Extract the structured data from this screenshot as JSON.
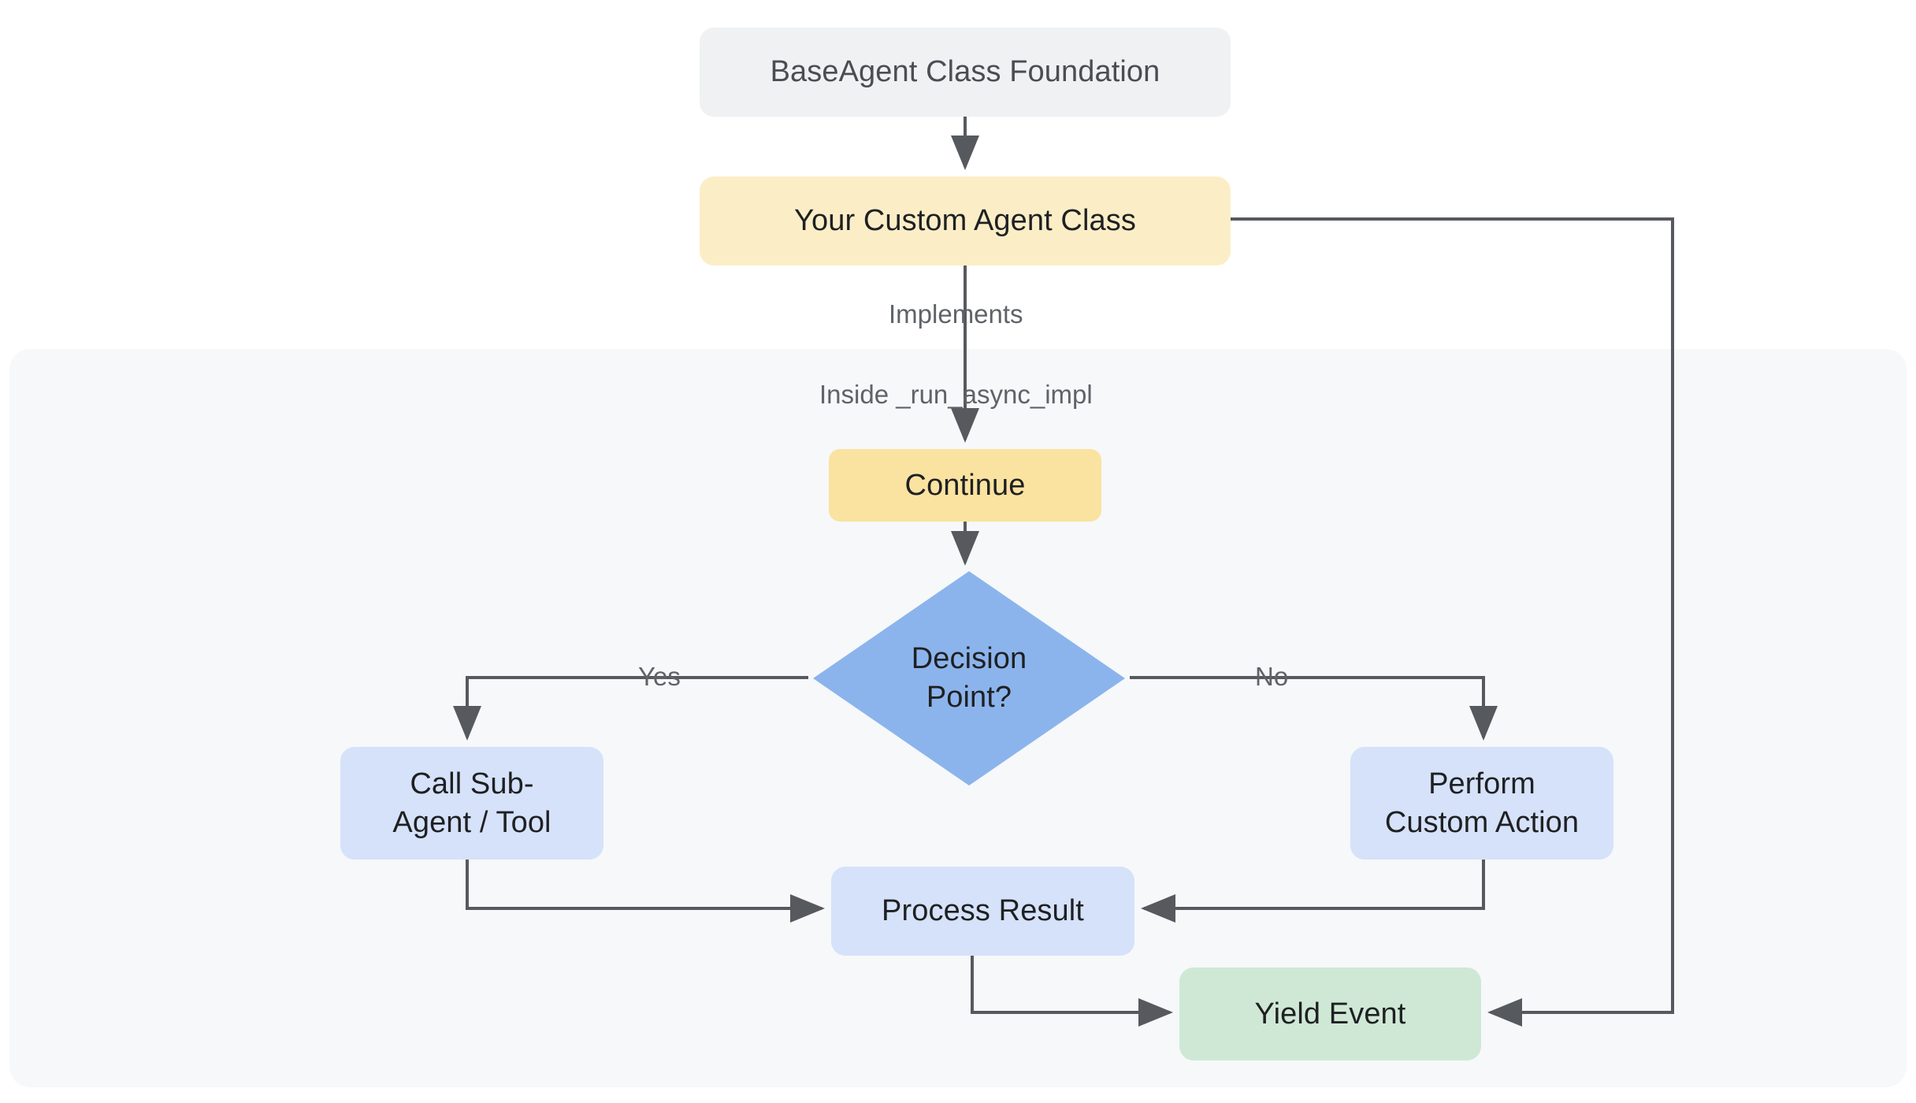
{
  "diagram": {
    "type": "flowchart",
    "direction": "top-down",
    "background": "#ffffff",
    "edge_color": "#56595e",
    "subgraph": {
      "name": "run-async-impl-scope",
      "label": "",
      "fill": "#f6f8fa"
    },
    "nodes": [
      {
        "id": "base",
        "label": "BaseAgent Class Foundation",
        "shape": "rounded-rect",
        "fill": "#eff1f3",
        "text_color": "#4a4d52"
      },
      {
        "id": "custom",
        "label": "Your Custom Agent Class",
        "shape": "rounded-rect",
        "fill": "#fbeec7",
        "text_color": "#1f2023"
      },
      {
        "id": "continue",
        "label": "Continue",
        "shape": "rounded-rect",
        "fill": "#fae3a0",
        "text_color": "#1f2023"
      },
      {
        "id": "decision",
        "label": "Decision Point?",
        "shape": "diamond",
        "fill": "#8cb4ec",
        "text_color": "#1f2023",
        "label_lines": [
          "Decision",
          "Point?"
        ]
      },
      {
        "id": "callsub",
        "label": "Call Sub-Agent / Tool",
        "shape": "rounded-rect",
        "fill": "#d5e2f9",
        "text_color": "#1f2023",
        "label_lines": [
          "Call Sub-",
          "Agent / Tool"
        ]
      },
      {
        "id": "perform",
        "label": "Perform Custom Action",
        "shape": "rounded-rect",
        "fill": "#d5e2f9",
        "text_color": "#1f2023",
        "label_lines": [
          "Perform",
          "Custom Action"
        ]
      },
      {
        "id": "process",
        "label": "Process Result",
        "shape": "rounded-rect",
        "fill": "#d5e2f9",
        "text_color": "#1f2023"
      },
      {
        "id": "yield",
        "label": "Yield Event",
        "shape": "rounded-rect",
        "fill": "#cfe8d5",
        "text_color": "#1f2023"
      }
    ],
    "edges": [
      {
        "from": "base",
        "to": "custom",
        "label": "",
        "arrow": true
      },
      {
        "from": "custom",
        "to": "continue",
        "label": "Implements",
        "arrow": true
      },
      {
        "from": "custom",
        "to": "continue",
        "label": "Inside _run_async_impl",
        "arrow": true
      },
      {
        "from": "continue",
        "to": "decision",
        "label": "",
        "arrow": true
      },
      {
        "from": "decision",
        "to": "callsub",
        "label": "Yes",
        "arrow": true
      },
      {
        "from": "decision",
        "to": "perform",
        "label": "No",
        "arrow": true
      },
      {
        "from": "callsub",
        "to": "process",
        "label": "",
        "arrow": true
      },
      {
        "from": "perform",
        "to": "process",
        "label": "",
        "arrow": true
      },
      {
        "from": "process",
        "to": "yield",
        "label": "",
        "arrow": true
      },
      {
        "from": "custom",
        "to": "yield",
        "label": "",
        "arrow": true
      }
    ],
    "labels": {
      "implements": "Implements",
      "inside_run": "Inside _run_async_impl",
      "yes": "Yes",
      "no": "No"
    }
  }
}
